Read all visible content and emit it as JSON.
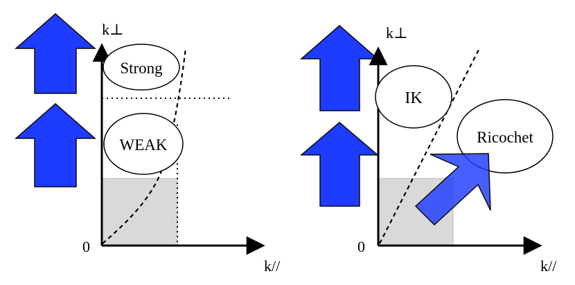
{
  "colors": {
    "arrow_fill": "#1e3cff",
    "arrow_stroke": "#0a0a0a",
    "shaded_region": "#d9d9d9",
    "axis": "#000000"
  },
  "left_panel": {
    "y_axis_label": "k⊥",
    "x_axis_label": "k//",
    "origin_label": "0",
    "oval_top": "Strong",
    "oval_bottom": "WEAK"
  },
  "right_panel": {
    "y_axis_label": "k⊥",
    "x_axis_label": "k//",
    "origin_label": "0",
    "oval_top": "IK",
    "oval_right": "Ricochet"
  }
}
